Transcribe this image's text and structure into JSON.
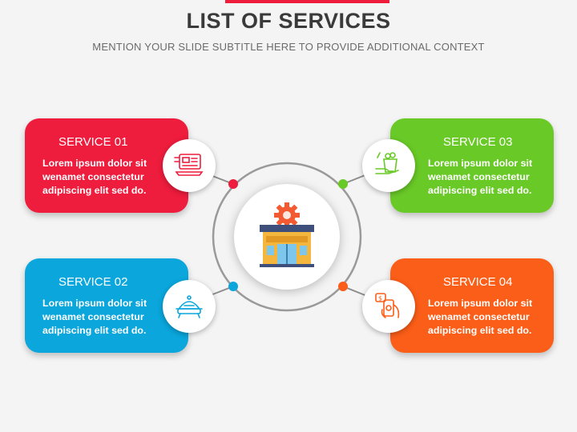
{
  "slide": {
    "title": "LIST OF SERVICES",
    "subtitle": "MENTION YOUR SLIDE SUBTITLE HERE TO PROVIDE ADDITIONAL CONTEXT"
  },
  "services": [
    {
      "title": "SERVICE 01",
      "line1": "Lorem ipsum dolor sit",
      "line2": "wenamet consectetur",
      "line3": "adipiscing elit sed do.",
      "color": "#ee1c3d",
      "icon": "laptop-screen-icon"
    },
    {
      "title": "SERVICE 02",
      "line1": "Lorem ipsum dolor sit",
      "line2": "wenamet consectetur",
      "line3": "adipiscing elit sed do.",
      "color": "#0aa6dc",
      "icon": "food-tray-cloche-icon"
    },
    {
      "title": "SERVICE 03",
      "line1": "Lorem ipsum dolor sit",
      "line2": "wenamet consectetur",
      "line3": "adipiscing elit sed do.",
      "color": "#69c927",
      "icon": "hand-grocery-bag-icon"
    },
    {
      "title": "SERVICE 04",
      "line1": "Lorem ipsum dolor sit",
      "line2": "wenamet consectetur",
      "line3": "adipiscing elit sed do.",
      "color": "#fb5e18",
      "icon": "hand-mobile-payment-icon"
    }
  ],
  "center": {
    "icon": "store-gear-icon"
  },
  "colors": {
    "title": "#3a3a3a",
    "subtitle": "#6b6b6b",
    "accent": "#ef1c3b"
  }
}
